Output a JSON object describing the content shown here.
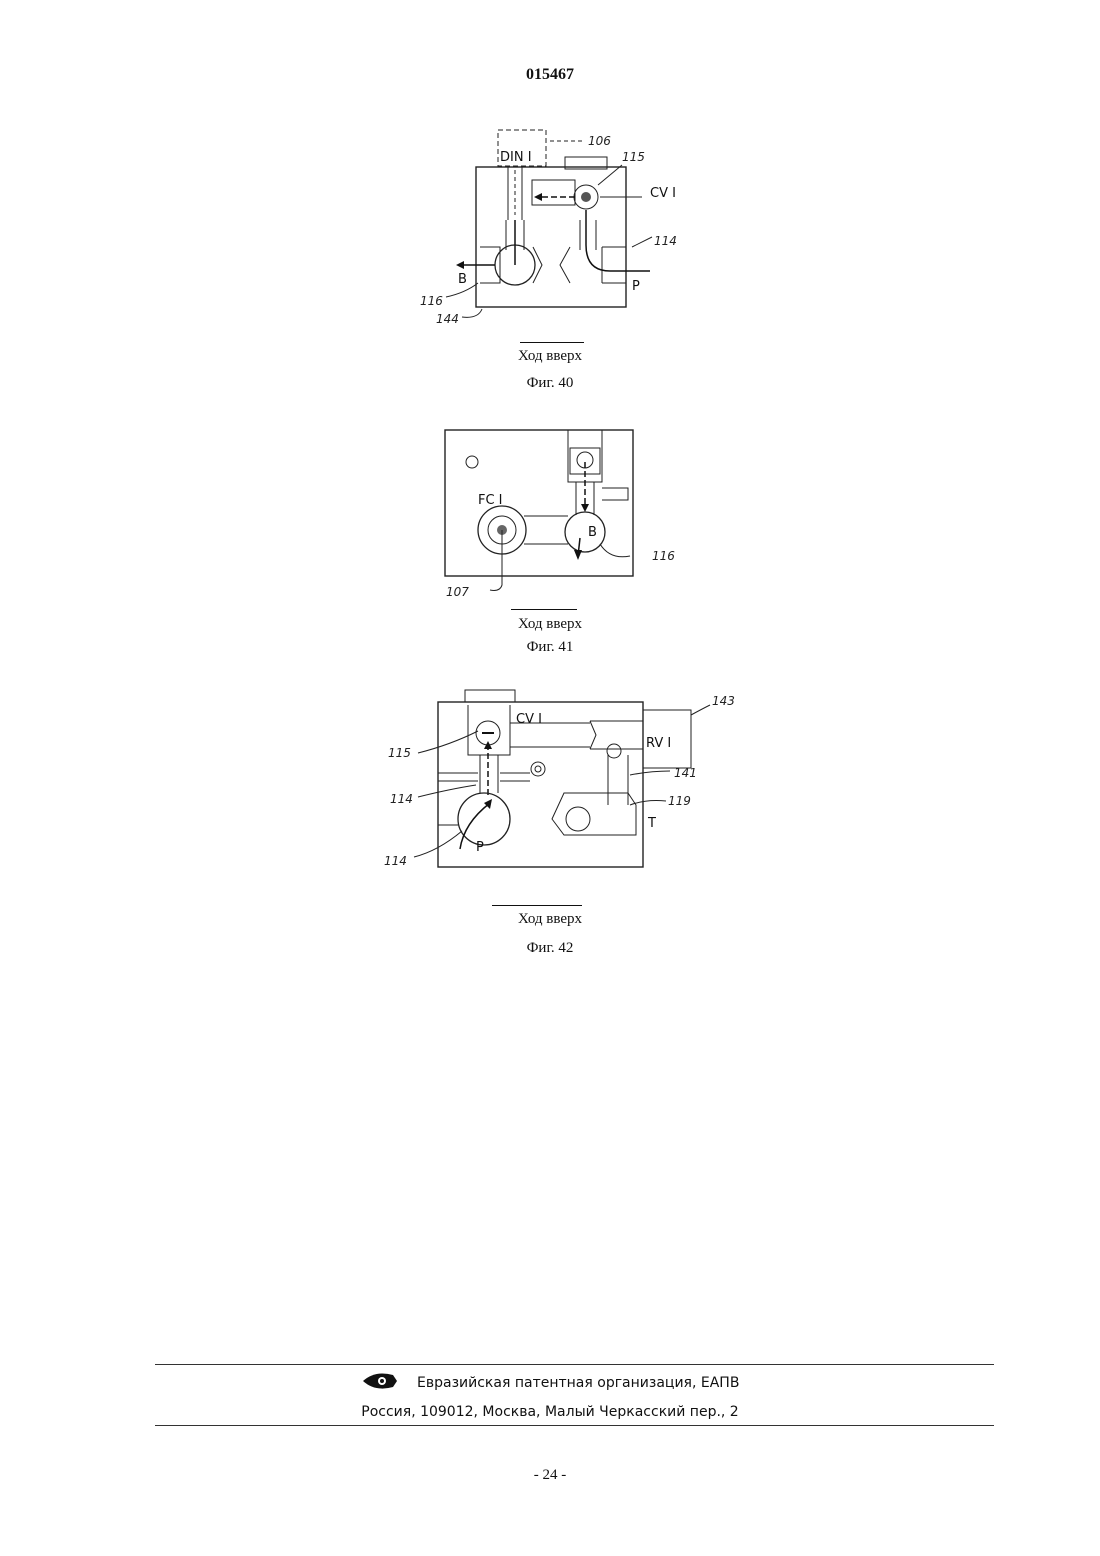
{
  "header": {
    "doc_number": "015467"
  },
  "figures": [
    {
      "caption": "Ход вверх",
      "label": "Фиг. 40",
      "labels": {
        "din": "DIN I",
        "cv": "CV I",
        "b": "B",
        "p": "P"
      },
      "refs": {
        "r106": "106",
        "r115": "115",
        "r114": "114",
        "r116": "116",
        "r144": "144"
      }
    },
    {
      "caption": "Ход вверх",
      "label": "Фиг. 41",
      "labels": {
        "fc": "FC I",
        "b": "B"
      },
      "refs": {
        "r116": "116",
        "r107": "107"
      }
    },
    {
      "caption": "Ход вверх",
      "label": "Фиг. 42",
      "labels": {
        "cv": "CV I",
        "rv": "RV I",
        "p": "P",
        "t": "T"
      },
      "refs": {
        "r143": "143",
        "r115": "115",
        "r141": "141",
        "r114a": "114",
        "r119": "119",
        "r114b": "114"
      }
    }
  ],
  "footer": {
    "org": "Евразийская патентная организация, ЕАПВ",
    "address": "Россия, 109012, Москва, Малый Черкасский пер., 2"
  },
  "page": {
    "number": "- 24 -"
  }
}
